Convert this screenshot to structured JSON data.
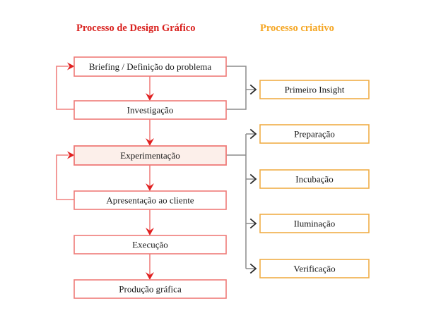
{
  "titles": {
    "left": "Processo de Design Gráfico",
    "right": "Processo criativo"
  },
  "colors": {
    "left_title": "#d9221f",
    "right_title": "#f5a623",
    "left_box_border": "#ef7b78",
    "left_box_fill_highlight": "#fcefea",
    "right_box_border": "#f0ad47",
    "flow_arrow": "#f0807e",
    "flow_arrowhead": "#e02020",
    "branch_line": "#8c8c8c",
    "background": "#ffffff"
  },
  "left_column": {
    "boxes": [
      {
        "label": "Briefing / Definição do problema",
        "highlight": false
      },
      {
        "label": "Investigação",
        "highlight": false
      },
      {
        "label": "Experimentação",
        "highlight": true
      },
      {
        "label": "Apresentação ao cliente",
        "highlight": false
      },
      {
        "label": "Execução",
        "highlight": false
      },
      {
        "label": "Produção gráfica",
        "highlight": false
      }
    ]
  },
  "right_column": {
    "boxes": [
      {
        "label": "Primeiro Insight"
      },
      {
        "label": "Preparação"
      },
      {
        "label": "Incubação"
      },
      {
        "label": "Iluminação"
      },
      {
        "label": "Verificação"
      }
    ]
  },
  "connections": {
    "sequential_arrows": [
      {
        "from": "Briefing / Definição do problema",
        "to": "Investigação"
      },
      {
        "from": "Investigação",
        "to": "Experimentação"
      },
      {
        "from": "Experimentação",
        "to": "Apresentação ao cliente"
      },
      {
        "from": "Apresentação ao cliente",
        "to": "Execução"
      },
      {
        "from": "Execução",
        "to": "Produção gráfica"
      }
    ],
    "feedback_loops": [
      {
        "from": "Investigação",
        "to": "Briefing / Definição do problema"
      },
      {
        "from": "Apresentação ao cliente",
        "to": "Experimentação"
      }
    ],
    "branches": [
      {
        "from": [
          "Briefing / Definição do problema",
          "Investigação"
        ],
        "to": "Primeiro Insight"
      },
      {
        "from": [
          "Experimentação"
        ],
        "to": [
          "Preparação",
          "Incubação",
          "Iluminação",
          "Verificação"
        ]
      }
    ]
  }
}
